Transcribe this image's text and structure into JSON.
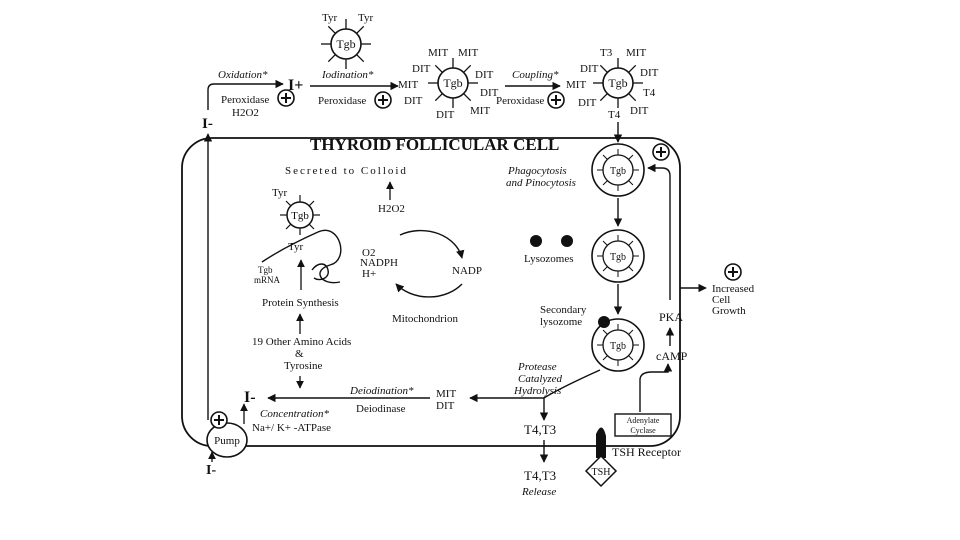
{
  "title": "THYROID FOLLICULAR CELL",
  "colloid": {
    "tyr1": "Tyr",
    "tyr2": "Tyr",
    "tgb": "Tgb",
    "oxidation": "Oxidation*",
    "iplus": "I+",
    "iodination": "Iodination*",
    "peroxidase1": "Peroxidase",
    "h2o2": "H2O2",
    "peroxidase2": "Peroxidase",
    "coupling": "Coupling*",
    "peroxidase3": "Peroxidase",
    "iminus_left": "I-",
    "mid_labels": [
      "MIT",
      "MIT",
      "DIT",
      "DIT",
      "MIT",
      "DIT",
      "DIT",
      "DIT",
      "MIT"
    ],
    "right_labels": [
      "T3",
      "MIT",
      "DIT",
      "DIT",
      "MIT",
      "T4",
      "DIT",
      "T4",
      "DIT"
    ]
  },
  "cell": {
    "secreted": "Secreted to Colloid",
    "h2o2": "H2O2",
    "o2": "O2",
    "nadph": "NADPH",
    "hplus": "H+",
    "nadp": "NADP",
    "mitochondrion": "Mitochondrion",
    "tyr_a": "Tyr",
    "tyr_b": "Tyr",
    "tgb": "Tgb",
    "tgb_mrna_1": "Tgb",
    "tgb_mrna_2": "mRNA",
    "protein_synthesis": "Protein Synthesis",
    "amino_1": "19 Other Amino Acids",
    "amino_2": "&",
    "amino_3": "Tyrosine",
    "iminus": "I-",
    "deiodination": "Deiodination*",
    "deiodinase": "Deiodinase",
    "mit": "MIT",
    "dit": "DIT",
    "concentration": "Concentration*",
    "atpase": "Na+/ K+ -ATPase",
    "pump": "Pump",
    "iminus_bottom": "I-",
    "phago_1": "Phagocytosis",
    "phago_2": "and Pinocytosis",
    "lysozomes": "Lysozomes",
    "secondary_1": "Secondary",
    "secondary_2": "lysozome",
    "protease_1": "Protease",
    "protease_2": "Catalyzed",
    "protease_3": "Hydrolysis",
    "t4t3_inner": "T4,T3",
    "t4t3_outer": "T4,T3",
    "release": "Release",
    "pka": "PKA",
    "camp": "cAMP",
    "increased_1": "Increased",
    "increased_2": "Cell",
    "increased_3": "Growth",
    "adenylate_1": "Adenylate",
    "adenylate_2": "Cyclase",
    "tsh": "TSH",
    "tsh_receptor": "TSH Receptor"
  }
}
